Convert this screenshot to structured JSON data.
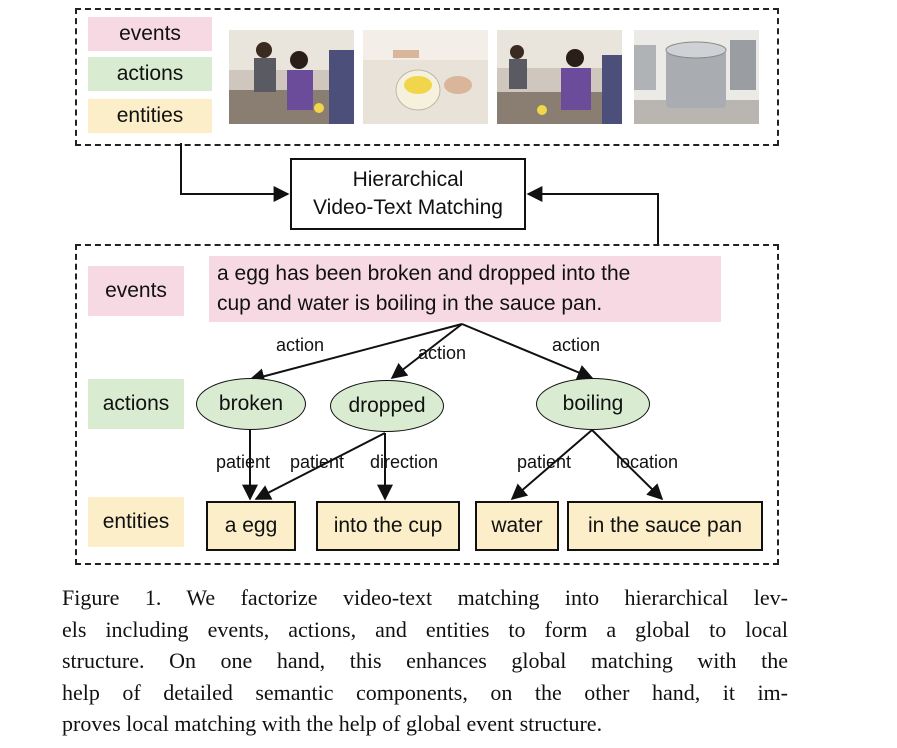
{
  "top_panel": {
    "events_label": "events",
    "actions_label": "actions",
    "entities_label": "entities",
    "frames": [
      "video-frame-1",
      "video-frame-2",
      "video-frame-3",
      "video-frame-4"
    ]
  },
  "matching_box": {
    "line1": "Hierarchical",
    "line2": "Video-Text Matching"
  },
  "bottom_panel": {
    "events_label": "events",
    "actions_label": "actions",
    "entities_label": "entities",
    "sentence_line1": "a egg has been broken and dropped into the",
    "sentence_line2": "cup and water is boiling in the sauce pan.",
    "actions": [
      "broken",
      "dropped",
      "boiling"
    ],
    "entities": [
      "a egg",
      "into the cup",
      "water",
      "in the sauce pan"
    ],
    "edge_labels": {
      "action_1": "action",
      "action_2": "action",
      "action_3": "action",
      "patient_1": "patient",
      "patient_2": "patient",
      "direction": "direction",
      "patient_3": "patient",
      "location": "location"
    }
  },
  "caption": {
    "line1": "Figure 1. We factorize video-text matching into hierarchical lev-",
    "line2": "els including events, actions, and entities to form a global to local",
    "line3": "structure.  On one hand, this enhances global matching with the",
    "line4": "help of detailed semantic components, on the other hand, it im-",
    "line5": "proves local matching with the help of global event structure."
  },
  "colors": {
    "events": "#f7d9e3",
    "actions": "#d9ecd2",
    "entities": "#fbeec8"
  }
}
